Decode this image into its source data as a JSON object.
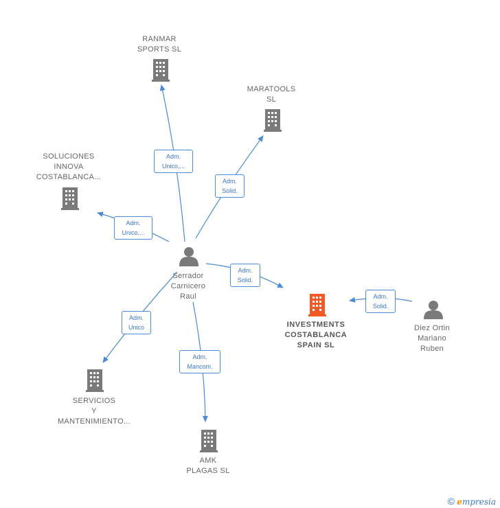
{
  "colors": {
    "edge": "#4a8ad6",
    "building": "#7a7a7a",
    "building_main": "#f15a24",
    "person": "#7a7a7a"
  },
  "nodes": {
    "ranmar": {
      "label": "RANMAR\nSPORTS  SL",
      "icon": "building-icon"
    },
    "maratools": {
      "label": "MARATOOLS\nSL",
      "icon": "building-icon"
    },
    "soluciones": {
      "label": "SOLUCIONES\nINNOVA\nCOSTABLANCA...",
      "icon": "building-icon"
    },
    "serrador": {
      "label": "Serrador\nCarnicero\nRaul",
      "icon": "person-icon"
    },
    "investments": {
      "label": "INVESTMENTS\nCOSTABLANCA\nSPAIN  SL",
      "icon": "building-icon"
    },
    "diez": {
      "label": "Diez Ortin\nMariano\nRuben",
      "icon": "person-icon"
    },
    "servicios": {
      "label": "SERVICIOS\nY\nMANTENIMIENTO...",
      "icon": "building-icon"
    },
    "amk": {
      "label": "AMK\nPLAGAS  SL",
      "icon": "building-icon"
    }
  },
  "edges": {
    "to_ranmar": "Adm.\nUnico,...",
    "to_maratools": "Adm.\nSolid.",
    "to_soluciones": "Adm.\nUnico,...",
    "to_investments": "Adm.\nSolid.",
    "diez_to_investments": "Adm.\nSolid.",
    "to_servicios": "Adm.\nUnico",
    "to_amk": "Adm.\nMancom."
  },
  "footer": {
    "copyright": "©",
    "brand_initial": "e",
    "brand_rest": "mpresia"
  }
}
